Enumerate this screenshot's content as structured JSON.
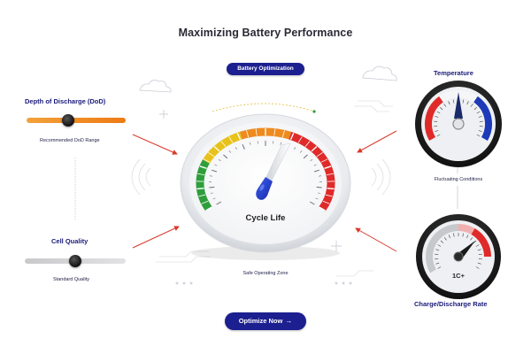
{
  "title": "Maximizing Battery Performance",
  "badge_label": "Battery Optimization",
  "dod": {
    "title": "Depth of Discharge (DoD)",
    "caption": "Recommended DoD Range",
    "level": 0.42
  },
  "cell_quality": {
    "title": "Cell Quality",
    "caption": "Standard Quality",
    "level": 0.5
  },
  "main_gauge": {
    "label": "Cycle Life",
    "caption": "Safe Operating Zone"
  },
  "temperature": {
    "title": "Temperature",
    "caption": "Fluctuating Conditions"
  },
  "charge_rate": {
    "title": "Charge/Discharge Rate",
    "value_label": "1C+"
  },
  "action_button": {
    "label": "Optimize Now",
    "arrow": "→"
  },
  "colors": {
    "navy": "#1c1f8f",
    "green": "#2e9e3a",
    "yellow": "#e8c21a",
    "orange": "#ee8a1e",
    "red": "#e02a2a",
    "blue": "#1e3ab8",
    "track_orange": "#f08a1a",
    "arrow_red": "#d93a2a"
  }
}
